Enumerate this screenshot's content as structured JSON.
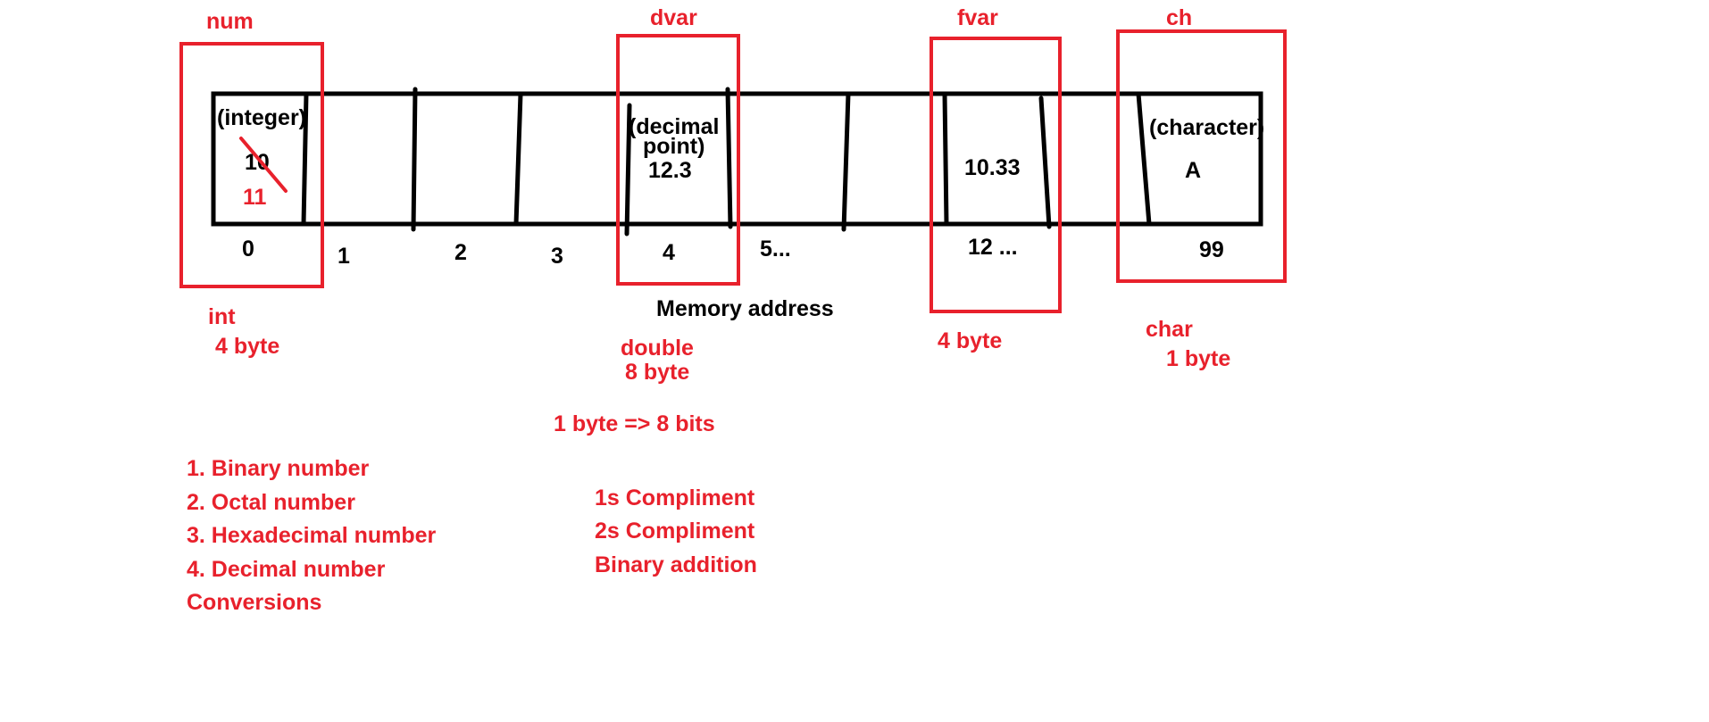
{
  "colors": {
    "ink": "#000000",
    "annotation": "#e8212c",
    "background": "#ffffff"
  },
  "variables": {
    "num": {
      "name": "num",
      "type_note": "(integer)",
      "old_value": "10",
      "new_value": "11",
      "type": "int",
      "size": "4 byte"
    },
    "dvar": {
      "name": "dvar",
      "type_note_line1": "(decimal",
      "type_note_line2": "point)",
      "value": "12.3",
      "type": "double",
      "size": "8 byte"
    },
    "fvar": {
      "name": "fvar",
      "value": "10.33",
      "size": "4 byte"
    },
    "ch": {
      "name": "ch",
      "type_note": "(character)",
      "value": "A",
      "type": "char",
      "size": "1 byte"
    }
  },
  "addresses": [
    "0",
    "1",
    "2",
    "3",
    "4",
    "5...",
    "12 ...",
    "99"
  ],
  "memory_label": "Memory address",
  "byte_note": "1 byte => 8 bits",
  "topics_left": [
    "1. Binary number",
    "2. Octal number",
    "3. Hexadecimal number",
    "4. Decimal number",
    "Conversions"
  ],
  "topics_right": [
    "1s Compliment",
    "2s Compliment",
    "Binary addition"
  ]
}
